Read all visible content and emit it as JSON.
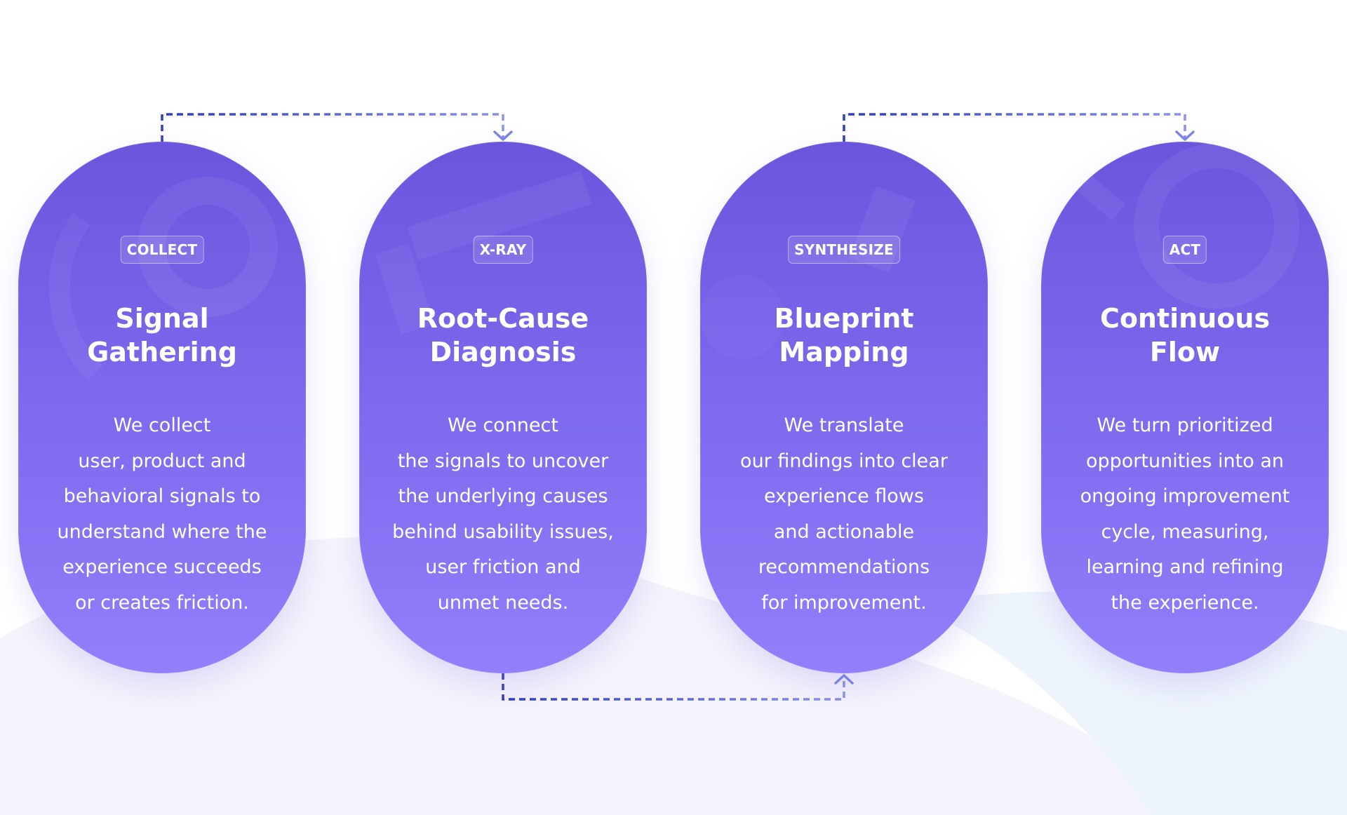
{
  "steps": [
    {
      "badge": "COLLECT",
      "title": [
        "Signal",
        "Gathering"
      ],
      "description": [
        "We collect",
        "user, product and",
        "behavioral signals to",
        "understand where the",
        "experience succeeds",
        "or creates friction."
      ]
    },
    {
      "badge": "X-RAY",
      "title": [
        "Root-Cause",
        "Diagnosis"
      ],
      "description": [
        "We connect",
        "the signals to uncover",
        "the underlying causes",
        "behind usability issues,",
        "user friction and",
        "unmet needs."
      ]
    },
    {
      "badge": "SYNTHESIZE",
      "title": [
        "Blueprint",
        "Mapping"
      ],
      "description": [
        "We translate",
        "our findings into clear",
        "experience flows",
        "and actionable",
        "recommendations",
        "for improvement."
      ]
    },
    {
      "badge": "ACT",
      "title": [
        "Continuous",
        "Flow"
      ],
      "description": [
        "We turn prioritized",
        "opportunities into an",
        "ongoing improvement",
        "cycle, measuring,",
        "learning and refining",
        "the experience."
      ]
    }
  ],
  "connectors": [
    {
      "from": 0,
      "to": 1,
      "side": "top"
    },
    {
      "from": 1,
      "to": 2,
      "side": "bottom"
    },
    {
      "from": 2,
      "to": 3,
      "side": "top"
    }
  ],
  "colors": {
    "pill_top": "#6b55dd",
    "pill_bottom": "#927ffb",
    "connector_dark": "#2f3bc9",
    "connector_light": "#7b86e6"
  }
}
